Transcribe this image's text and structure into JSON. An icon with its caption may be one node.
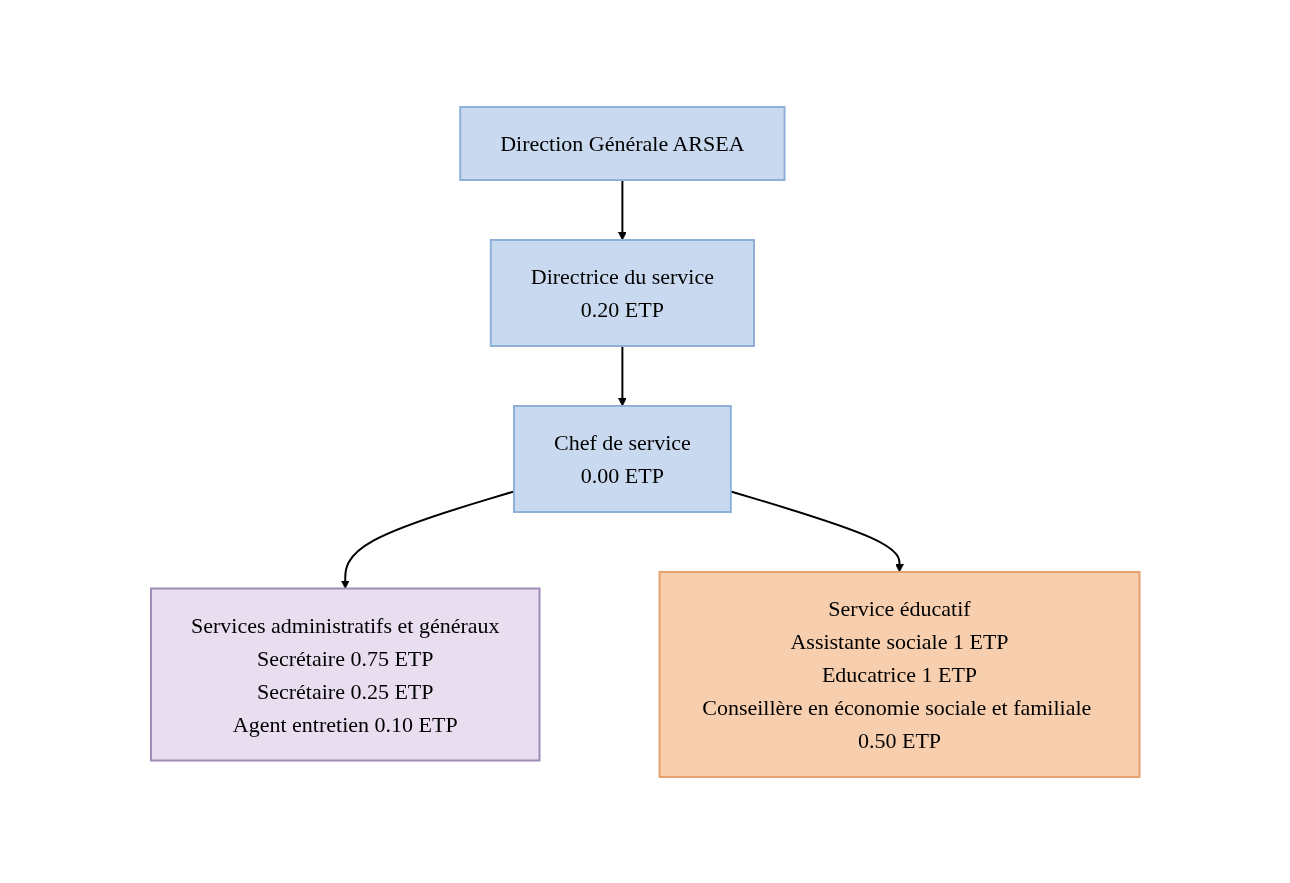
{
  "diagram": {
    "nodes": [
      {
        "text": [
          "Direction Générale ARSEA"
        ]
      },
      {
        "text": [
          "Directrice du service",
          "0.20 ETP"
        ]
      },
      {
        "text": [
          "Chef de service",
          "0.00 ETP"
        ]
      },
      {
        "text": [
          "Services administratifs et généraux",
          "Secrétaire 0.75 ETP",
          "Secrétaire 0.25 ETP",
          "Agent entretien 0.10 ETP"
        ]
      },
      {
        "text": [
          "Service éducatif",
          "Assistante sociale 1 ETP",
          "Educatrice 1 ETP",
          "Conseillère en économie sociale et familiale 0.50 ETP"
        ]
      }
    ],
    "edges": [
      {
        "from": 0,
        "to": 1,
        "arrow": "to"
      },
      {
        "from": 1,
        "to": 2,
        "arrow": "to"
      },
      {
        "from": 2,
        "to": 3,
        "arrow": "to"
      },
      {
        "from": 2,
        "to": 4,
        "arrow": "to"
      }
    ]
  }
}
